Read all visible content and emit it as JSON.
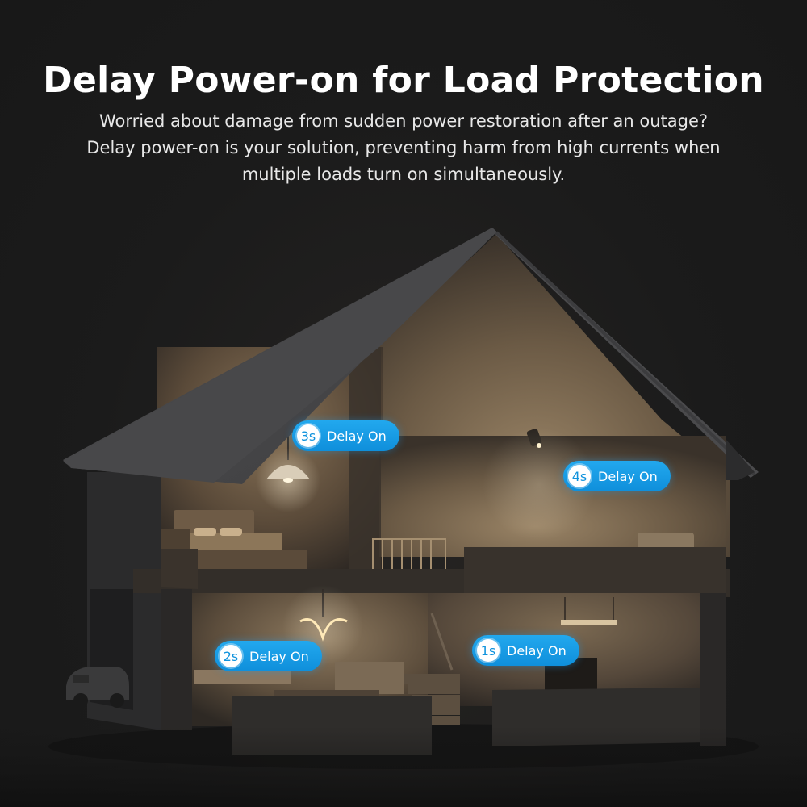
{
  "headline": "Delay Power-on for Load Protection",
  "subtitle": {
    "line1": "Worried about damage from sudden power restoration after an outage?",
    "line2": "Delay power-on is your solution, preventing harm from high currents when",
    "line3": "multiple loads turn on simultaneously."
  },
  "badges": [
    {
      "seconds": "3s",
      "label": "Delay On"
    },
    {
      "seconds": "4s",
      "label": "Delay On"
    },
    {
      "seconds": "2s",
      "label": "Delay On"
    },
    {
      "seconds": "1s",
      "label": "Delay On"
    }
  ],
  "colors": {
    "background": "#1b1b1b",
    "roof": "#4a4a4c",
    "badge": "#1a9ae6",
    "warm_light": "#f3d9a8"
  }
}
